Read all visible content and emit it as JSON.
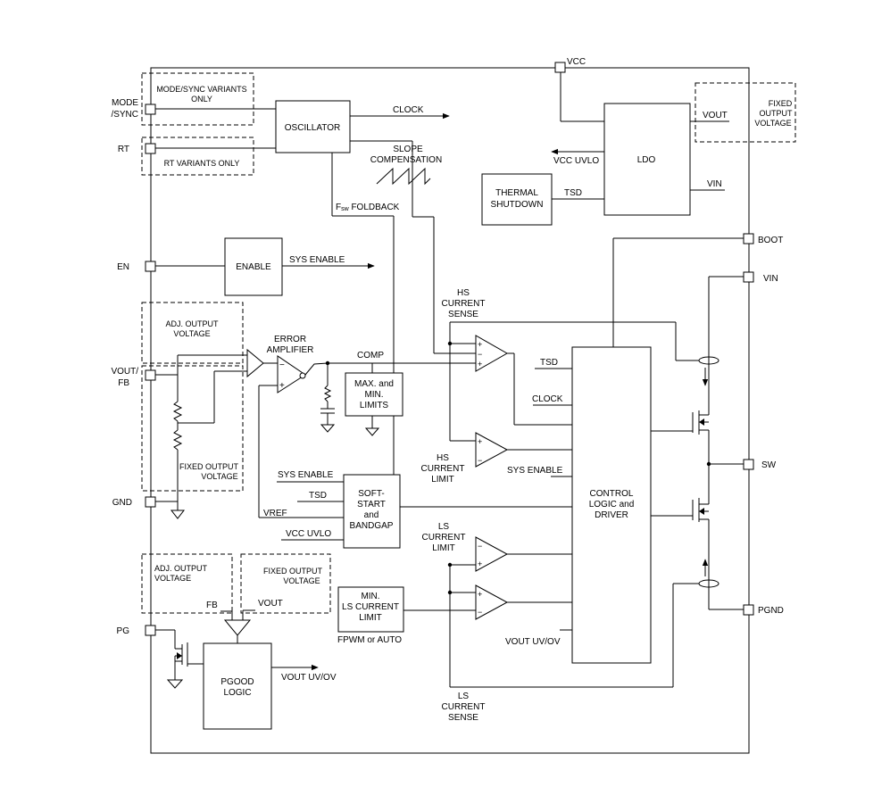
{
  "pins": {
    "mode_sync_1": "MODE",
    "mode_sync_2": "/SYNC",
    "rt": "RT",
    "en": "EN",
    "vout_fb_1": "VOUT/",
    "vout_fb_2": "FB",
    "gnd": "GND",
    "pg": "PG",
    "vcc": "VCC",
    "boot": "BOOT",
    "vin": "VIN",
    "sw": "SW",
    "pgnd": "PGND"
  },
  "variant_boxes": {
    "mode_sync_1": "MODE/SYNC VARIANTS",
    "mode_sync_2": "ONLY",
    "rt": "RT VARIANTS ONLY",
    "adj_top_1": "ADJ. OUTPUT",
    "adj_top_2": "VOLTAGE",
    "fixed_mid_1": "FIXED OUTPUT",
    "fixed_mid_2": "VOLTAGE",
    "adj_bottom_1": "ADJ. OUTPUT",
    "adj_bottom_2": "VOLTAGE",
    "fixed_bottom_1": "FIXED OUTPUT",
    "fixed_bottom_2": "VOLTAGE",
    "fixed_ldo_1": "FIXED",
    "fixed_ldo_2": "OUTPUT",
    "fixed_ldo_3": "VOLTAGE"
  },
  "blocks": {
    "oscillator": "OSCILLATOR",
    "enable": "ENABLE",
    "ldo": "LDO",
    "thermal_1": "THERMAL",
    "thermal_2": "SHUTDOWN",
    "max_min_1": "MAX. and",
    "max_min_2": "MIN.",
    "max_min_3": "LIMITS",
    "softstart_1": "SOFT-",
    "softstart_2": "START",
    "softstart_3": "and",
    "softstart_4": "BANDGAP",
    "min_ls_1": "MIN.",
    "min_ls_2": "LS CURRENT",
    "min_ls_3": "LIMIT",
    "control_1": "CONTROL",
    "control_2": "LOGIC and",
    "control_3": "DRIVER",
    "pgood_1": "PGOOD",
    "pgood_2": "LOGIC"
  },
  "signals": {
    "clock_out": "CLOCK",
    "slope_1": "SLOPE",
    "slope_2": "COMPENSATION",
    "fsw_foldback_sub": "sw",
    "fsw_foldback_pre": "F",
    "fsw_foldback_post": " FOLDBACK",
    "sys_enable_out": "SYS ENABLE",
    "vcc_uvlo_out": "VCC UVLO",
    "ldo_vout": "VOUT",
    "ldo_vin": "VIN",
    "tsd_thermal": "TSD",
    "error_amp_1": "ERROR",
    "error_amp_2": "AMPLIFIER",
    "comp": "COMP",
    "hs_sense_1": "HS",
    "hs_sense_2": "CURRENT",
    "hs_sense_3": "SENSE",
    "hs_limit_1": "HS",
    "hs_limit_2": "CURRENT",
    "hs_limit_3": "LIMIT",
    "ls_limit_1": "LS",
    "ls_limit_2": "CURRENT",
    "ls_limit_3": "LIMIT",
    "ls_sense_1": "LS",
    "ls_sense_2": "CURRENT",
    "ls_sense_3": "SENSE",
    "tsd_ctrl": "TSD",
    "clock_ctrl": "CLOCK",
    "sys_enable_ctrl": "SYS ENABLE",
    "sys_enable_ss": "SYS ENABLE",
    "tsd_ss": "TSD",
    "vref": "VREF",
    "vcc_uvlo_ss": "VCC UVLO",
    "fpwm_auto": "FPWM or AUTO",
    "vout_uvov_ctrl": "VOUT UV/OV",
    "fb_label": "FB",
    "vout_label": "VOUT",
    "vout_uvov_pg": "VOUT UV/OV",
    "comp_plus": "+",
    "comp_minus": "−"
  }
}
